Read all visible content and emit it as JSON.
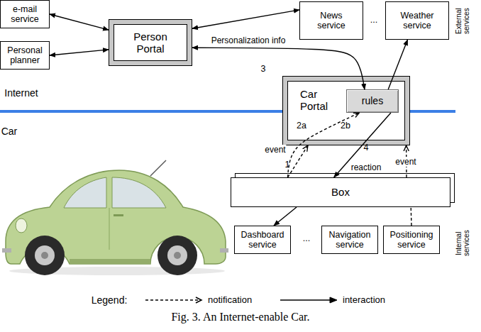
{
  "diagram": {
    "caption": "Fig. 3. An Internet-enable Car.",
    "nodes": [
      {
        "text": [
          "e-mail service"
        ]
      },
      {
        "text": [
          "Personal planner"
        ]
      },
      {
        "text": [
          "Person Portal"
        ]
      },
      {
        "text": [
          "News service"
        ]
      },
      {
        "text": [
          "Weather service"
        ]
      },
      {
        "text": [
          "Car Portal"
        ]
      },
      {
        "text": [
          "rules"
        ],
        "in": 5
      },
      {
        "text": [
          "Box"
        ]
      },
      {
        "text": [
          "Dashboard service"
        ]
      },
      {
        "text": [
          "Navigation service"
        ]
      },
      {
        "text": [
          "Positioning service"
        ]
      }
    ],
    "edges": [
      {
        "from": 0,
        "to": 2,
        "arrow": "both"
      },
      {
        "from": 1,
        "to": 2,
        "arrow": "both"
      },
      {
        "from": 2,
        "to": 3,
        "arrow": "both"
      },
      {
        "from": 2,
        "to": 6,
        "arrow": "both",
        "label": "Personalization info"
      },
      {
        "from": 6,
        "to": 4,
        "arrow": "to"
      },
      {
        "from": 7,
        "to": 5,
        "arrow": "to",
        "label": "event"
      },
      {
        "from": 7,
        "to": 6,
        "arrow": "to"
      },
      {
        "from": 6,
        "to": 7,
        "arrow": "to",
        "label": "reaction"
      },
      {
        "from": 7,
        "to": 5,
        "arrow": "to",
        "label": "event"
      },
      {
        "from": 10,
        "to": 7,
        "arrow": "none"
      },
      {
        "from": 7,
        "to": 8,
        "arrow": "to"
      }
    ],
    "labels": [
      "...",
      "External services",
      "3",
      "Internet",
      "Car",
      "2a",
      "2b",
      "1",
      "4",
      "...",
      "Internal services",
      "Legend:"
    ],
    "legend": [
      {
        "text": "notification"
      },
      {
        "text": "interaction"
      }
    ]
  }
}
